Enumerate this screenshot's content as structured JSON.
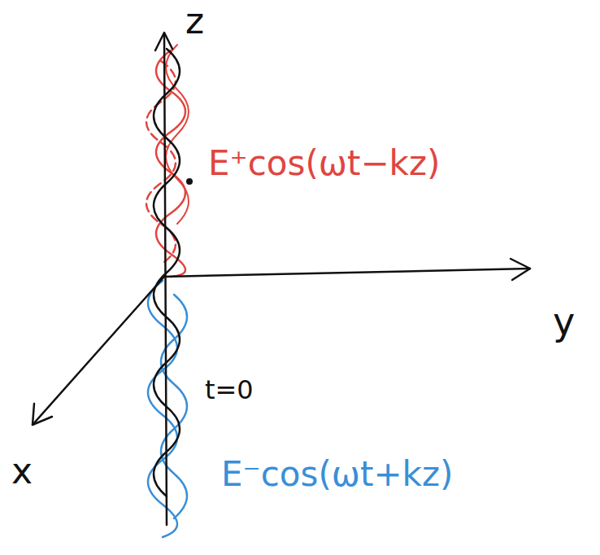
{
  "diagram": {
    "labels": [
      "z",
      "E⁺cos(ωt−kz)",
      "y",
      "t=0",
      "x",
      "E⁻cos(ωt+kz)"
    ]
  }
}
